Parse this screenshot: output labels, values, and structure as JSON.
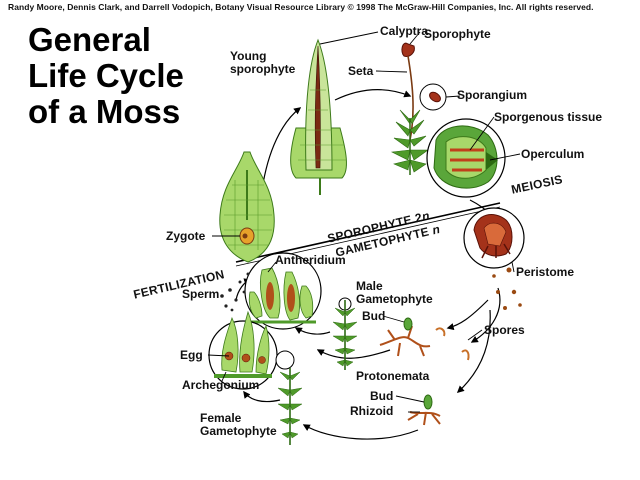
{
  "credit": "Randy Moore, Dennis Clark, and Darrell Vodopich, Botany Visual Resource Library © 1998 The McGraw-Hill Companies, Inc. All rights reserved.",
  "title": {
    "line1": "General",
    "line2": "Life Cycle",
    "line3": "of a Moss"
  },
  "labels": {
    "calyptra": "Calyptra",
    "sporophyte": "Sporophyte",
    "young_sporophyte_1": "Young",
    "young_sporophyte_2": "sporophyte",
    "seta": "Seta",
    "sporangium": "Sporangium",
    "sporogenous_tissue": "Sporgenous tissue",
    "operculum": "Operculum",
    "meiosis": "MEIOSIS",
    "zygote": "Zygote",
    "sporophyte_2n": "SPOROPHYTE 2",
    "sporophyte_2n_italic": "n",
    "gametophyte_n": "GAMETOPHYTE",
    "gametophyte_n_italic": "n",
    "peristome": "Peristome",
    "fertilization": "FERTILIZATION",
    "antheridium": "Antheridium",
    "sperm": "Sperm",
    "male_gametophyte_1": "Male",
    "male_gametophyte_2": "Gametophyte",
    "bud_upper": "Bud",
    "spores": "Spores",
    "egg": "Egg",
    "archegonium": "Archegonium",
    "protonemata": "Protonemata",
    "bud_lower": "Bud",
    "rhizoid": "Rhizoid",
    "female_gametophyte_1": "Female",
    "female_gametophyte_2": "Gametophyte"
  },
  "colors": {
    "leaf_green": "#4f9a2a",
    "light_green": "#a8d86a",
    "brown": "#7a3a12",
    "capsule_red": "#a4321a",
    "orange": "#d98a2a",
    "line": "#000000"
  }
}
